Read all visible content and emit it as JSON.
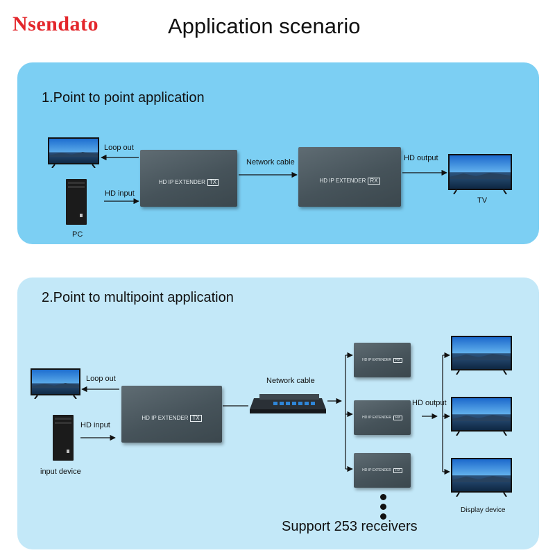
{
  "brand": {
    "logo_text": "Nsendato",
    "color": "#e3262b"
  },
  "header": {
    "title": "Application scenario"
  },
  "section1": {
    "title": "1.Point to point application",
    "tx_label": "HD IP EXTENDER",
    "tx_badge": "TX",
    "rx_label": "HD IP EXTENDER",
    "rx_badge": "RX",
    "loop_out": "Loop out",
    "hd_input": "HD input",
    "network_cable": "Network cable",
    "hd_output": "HD output",
    "source_label": "PC",
    "display_label": "TV"
  },
  "section2": {
    "title": "2.Point to multipoint application",
    "tx_label": "HD IP EXTENDER",
    "tx_badge": "TX",
    "rx_label": "HD IP EXTENDER",
    "rx_badge": "RX",
    "loop_out": "Loop out",
    "hd_input": "HD input",
    "network_cable": "Network cable",
    "hd_output": "HD output",
    "source_label": "input device",
    "display_label": "Display device",
    "support_text": "Support 253 receivers"
  },
  "colors": {
    "panel1": "#7ccff3",
    "panel2": "#c3e8f8",
    "device": "#4b585e"
  },
  "icons": [
    "tv-icon",
    "pc-tower-icon",
    "network-switch-icon",
    "arrow-icon"
  ]
}
